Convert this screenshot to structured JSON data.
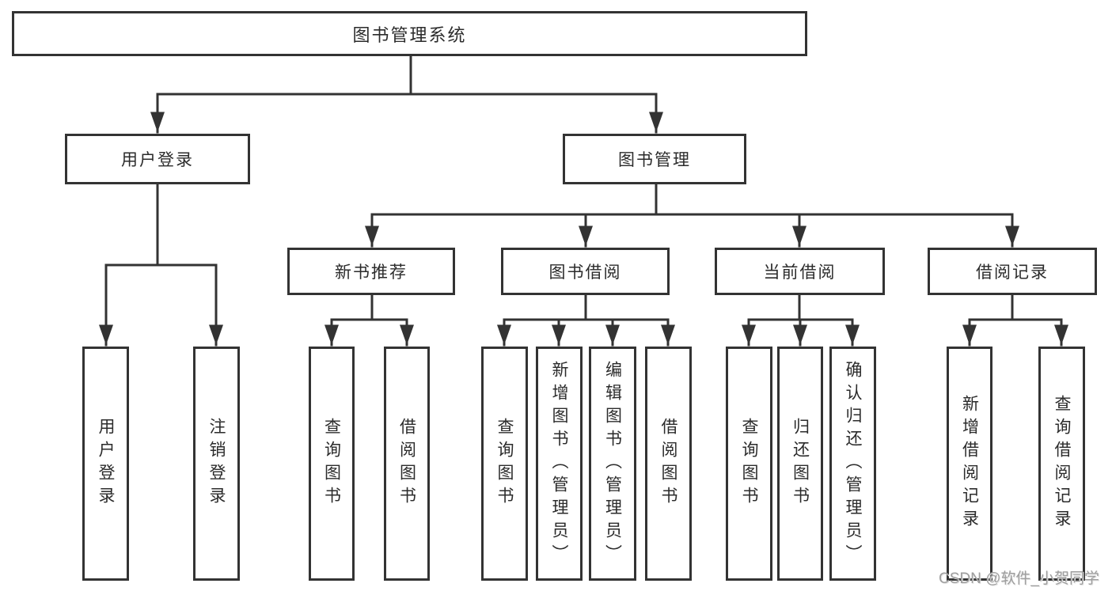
{
  "tree": {
    "root": {
      "label": "图书管理系统"
    },
    "branches": [
      {
        "label": "用户登录",
        "children": [
          {
            "label": "用户登录"
          },
          {
            "label": "注销登录"
          }
        ]
      },
      {
        "label": "图书管理",
        "groups": [
          {
            "label": "新书推荐",
            "children": [
              {
                "label": "查询图书"
              },
              {
                "label": "借阅图书"
              }
            ]
          },
          {
            "label": "图书借阅",
            "children": [
              {
                "label": "查询图书"
              },
              {
                "label": "新增图书（管理员）"
              },
              {
                "label": "编辑图书（管理员）"
              },
              {
                "label": "借阅图书"
              }
            ]
          },
          {
            "label": "当前借阅",
            "children": [
              {
                "label": "查询图书"
              },
              {
                "label": "归还图书"
              },
              {
                "label": "确认归还（管理员）"
              }
            ]
          },
          {
            "label": "借阅记录",
            "children": [
              {
                "label": "新增借阅记录"
              },
              {
                "label": "查询借阅记录"
              }
            ]
          }
        ]
      }
    ]
  },
  "watermark": {
    "text": "CSDN @软件_小贺同学"
  },
  "colors": {
    "line": "#333333",
    "text": "#2b2b2b",
    "background": "#ffffff",
    "watermark": "#9e9e9e"
  }
}
